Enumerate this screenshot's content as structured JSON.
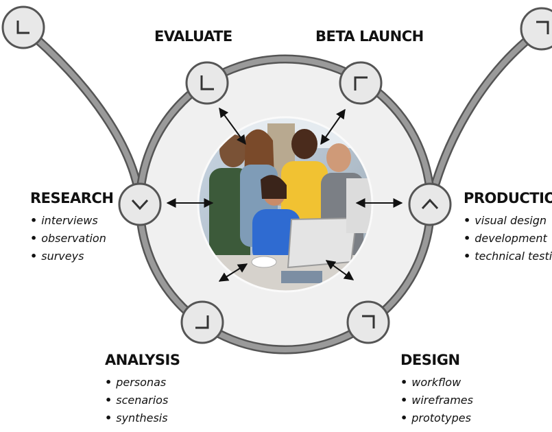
{
  "stages": {
    "evaluate": {
      "title": "EVALUATE",
      "items": []
    },
    "beta_launch": {
      "title": "BETA LAUNCH",
      "items": []
    },
    "research": {
      "title": "RESEARCH",
      "items": [
        "interviews",
        "observation",
        "surveys"
      ]
    },
    "production": {
      "title": "PRODUCTION",
      "items": [
        "visual design",
        "development",
        "technical testing"
      ]
    },
    "analysis": {
      "title": "ANALYSIS",
      "items": [
        "personas",
        "scenarios",
        "synthesis"
      ]
    },
    "design": {
      "title": "DESIGN",
      "items": [
        "workflow",
        "wireframes",
        "prototypes"
      ]
    }
  },
  "bullet": "•",
  "icons": {
    "track_color": "#8c8c8c",
    "node_fill": "#e8e8e8",
    "node_stroke": "#555555",
    "ring_fill": "#f0f0f0"
  }
}
